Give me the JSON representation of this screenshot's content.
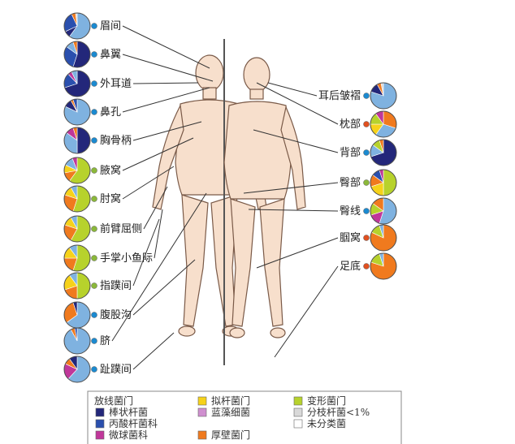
{
  "colors": {
    "actinobacteria": "#7fb2e0",
    "corynebacterium": "#23277a",
    "propionibacterium": "#2a4fae",
    "micrococcus": "#c0379a",
    "firmicutes": "#f07a1e",
    "proteobacteria": "#b7d22c",
    "bacteroidetes": "#f6d21a",
    "cyanobacteria": "#cf8fcf",
    "other": "#d9d9d9",
    "unclassified": "#ffffff",
    "body_fill": "#f7dfcc",
    "body_stroke": "#7a5a48",
    "dot_blue": "#1b8ad0",
    "dot_red": "#e05020",
    "dot_green": "#8bb83a"
  },
  "chart_data": {
    "type": "pie",
    "sites": [
      {
        "label": "眉间",
        "side": "left",
        "slices": {
          "actinobacteria": 0.6,
          "corynebacterium": 0.08,
          "propionibacterium": 0.25,
          "firmicutes": 0.05,
          "other": 0.02
        }
      },
      {
        "label": "鼻翼",
        "side": "left",
        "slices": {
          "corynebacterium": 0.55,
          "propionibacterium": 0.3,
          "actinobacteria": 0.1,
          "firmicutes": 0.05
        }
      },
      {
        "label": "外耳道",
        "side": "left",
        "slices": {
          "corynebacterium": 0.7,
          "propionibacterium": 0.18,
          "micrococcus": 0.05,
          "actinobacteria": 0.07
        }
      },
      {
        "label": "鼻孔",
        "side": "left",
        "slices": {
          "actinobacteria": 0.82,
          "corynebacterium": 0.1,
          "firmicutes": 0.03,
          "propionibacterium": 0.05
        }
      },
      {
        "label": "胸骨柄",
        "side": "left",
        "slices": {
          "corynebacterium": 0.5,
          "actinobacteria": 0.35,
          "micrococcus": 0.1,
          "firmicutes": 0.05
        }
      },
      {
        "label": "腋窝",
        "side": "left",
        "slices": {
          "proteobacteria": 0.6,
          "firmicutes": 0.12,
          "bacteroidetes": 0.1,
          "actinobacteria": 0.12,
          "micrococcus": 0.06
        }
      },
      {
        "label": "肘窝",
        "side": "left",
        "slices": {
          "proteobacteria": 0.55,
          "firmicutes": 0.25,
          "bacteroidetes": 0.12,
          "actinobacteria": 0.08
        }
      },
      {
        "label": "前臂屈侧",
        "side": "left",
        "slices": {
          "proteobacteria": 0.58,
          "firmicutes": 0.22,
          "bacteroidetes": 0.12,
          "actinobacteria": 0.08
        }
      },
      {
        "label": "手掌小鱼际",
        "side": "left",
        "slices": {
          "proteobacteria": 0.55,
          "firmicutes": 0.2,
          "bacteroidetes": 0.15,
          "actinobacteria": 0.1
        }
      },
      {
        "label": "指蹼间",
        "side": "left",
        "slices": {
          "proteobacteria": 0.5,
          "firmicutes": 0.2,
          "bacteroidetes": 0.2,
          "actinobacteria": 0.1
        }
      },
      {
        "label": "腹股沟",
        "side": "left",
        "slices": {
          "actinobacteria": 0.65,
          "firmicutes": 0.3,
          "corynebacterium": 0.05
        }
      },
      {
        "label": "脐",
        "side": "left",
        "slices": {
          "actinobacteria": 0.92,
          "firmicutes": 0.05,
          "propionibacterium": 0.03
        }
      },
      {
        "label": "趾蹼间",
        "side": "left",
        "slices": {
          "actinobacteria": 0.62,
          "micrococcus": 0.2,
          "firmicutes": 0.08,
          "corynebacterium": 0.1
        }
      },
      {
        "label": "耳后皱褶",
        "side": "right",
        "slices": {
          "actinobacteria": 0.8,
          "corynebacterium": 0.12,
          "firmicutes": 0.05,
          "other": 0.03
        }
      },
      {
        "label": "枕部",
        "side": "right",
        "slices": {
          "firmicutes": 0.3,
          "actinobacteria": 0.3,
          "bacteroidetes": 0.15,
          "proteobacteria": 0.15,
          "micrococcus": 0.1
        }
      },
      {
        "label": "背部",
        "side": "right",
        "slices": {
          "corynebacterium": 0.7,
          "actinobacteria": 0.15,
          "proteobacteria": 0.1,
          "firmicutes": 0.05
        }
      },
      {
        "label": "臀部",
        "side": "right",
        "slices": {
          "proteobacteria": 0.5,
          "bacteroidetes": 0.2,
          "firmicutes": 0.15,
          "propionibacterium": 0.1,
          "micrococcus": 0.05
        }
      },
      {
        "label": "臀线",
        "side": "right",
        "slices": {
          "actinobacteria": 0.55,
          "micrococcus": 0.15,
          "proteobacteria": 0.15,
          "firmicutes": 0.15
        }
      },
      {
        "label": "腘窝",
        "side": "right",
        "slices": {
          "firmicutes": 0.82,
          "proteobacteria": 0.13,
          "actinobacteria": 0.05
        }
      },
      {
        "label": "足底",
        "side": "right",
        "slices": {
          "firmicutes": 0.8,
          "proteobacteria": 0.15,
          "actinobacteria": 0.05
        }
      }
    ]
  },
  "legend": {
    "title_actino": "放线菌门",
    "items": [
      {
        "key": "corynebacterium",
        "label": "棒状杆菌"
      },
      {
        "key": "propionibacterium",
        "label": "丙酸杆菌科"
      },
      {
        "key": "micrococcus",
        "label": "微球菌科"
      },
      {
        "key": "bacteroidetes",
        "label": "拟杆菌门"
      },
      {
        "key": "cyanobacteria",
        "label": "蓝藻细菌"
      },
      {
        "key": "proteobacteria",
        "label": "变形菌门"
      },
      {
        "key": "other",
        "label": "分枝杆菌<1%"
      },
      {
        "key": "unclassified",
        "label": "未分类菌"
      },
      {
        "key": "firmicutes",
        "label": "厚壁菌门"
      }
    ]
  }
}
